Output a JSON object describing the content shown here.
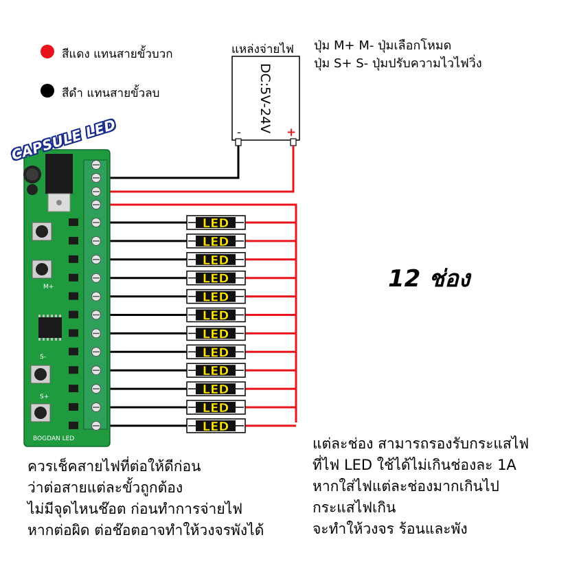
{
  "legend": [
    {
      "color": "#e8141c",
      "text": "สีแดง แทนสายขั้วบวก"
    },
    {
      "color": "#000000",
      "text": "สีดำ แทนสายขั้วลบ"
    }
  ],
  "brand": "CAPSULE LED",
  "power_supply": {
    "title": "แหล่งจ่ายไฟ",
    "rating": "DC:5V-24V",
    "minus": "-",
    "plus": "+"
  },
  "button_notes": [
    "ปุ่ม M+ M- ปุ่มเลือกโหมด",
    "ปุ่ม S+ S- ปุ่มปรับความไวไฟวิ่ง"
  ],
  "led_label": "LED",
  "led_count": 12,
  "channels_label": "12 ช่อง",
  "board_silkscreen": {
    "m_plus": "M+",
    "s_plus": "S+",
    "s_minus": "S-",
    "maker": "BOGDAN LED"
  },
  "warning_left": [
    "ควรเช็คสายไฟที่ต่อให้ดีก่อน",
    "ว่าต่อสายแต่ละขั้วถูกต้อง",
    "ไม่มีจุดไหนช๊อต ก่อนทำการจ่ายไฟ",
    "หากต่อผิด ต่อช๊อตอาจทำให้วงจรพังได้"
  ],
  "warning_right": [
    "แต่ละช่อง สามารถรองรับกระแสไฟ",
    "ที่ไฟ LED ใช้ได้ไม่เกินช่องละ 1A",
    "หากใส่ไฟแต่ละช่องมากเกินไป",
    "กระแสไฟเกิน",
    "จะทำให้วงจร ร้อนและพัง"
  ],
  "colors": {
    "positive_wire": "#e8141c",
    "negative_wire": "#000000",
    "pcb": "#1f9a3e",
    "terminal": "#2fa05a",
    "led_text": "#ffe600",
    "brand_outline": "#1a2f8a"
  }
}
